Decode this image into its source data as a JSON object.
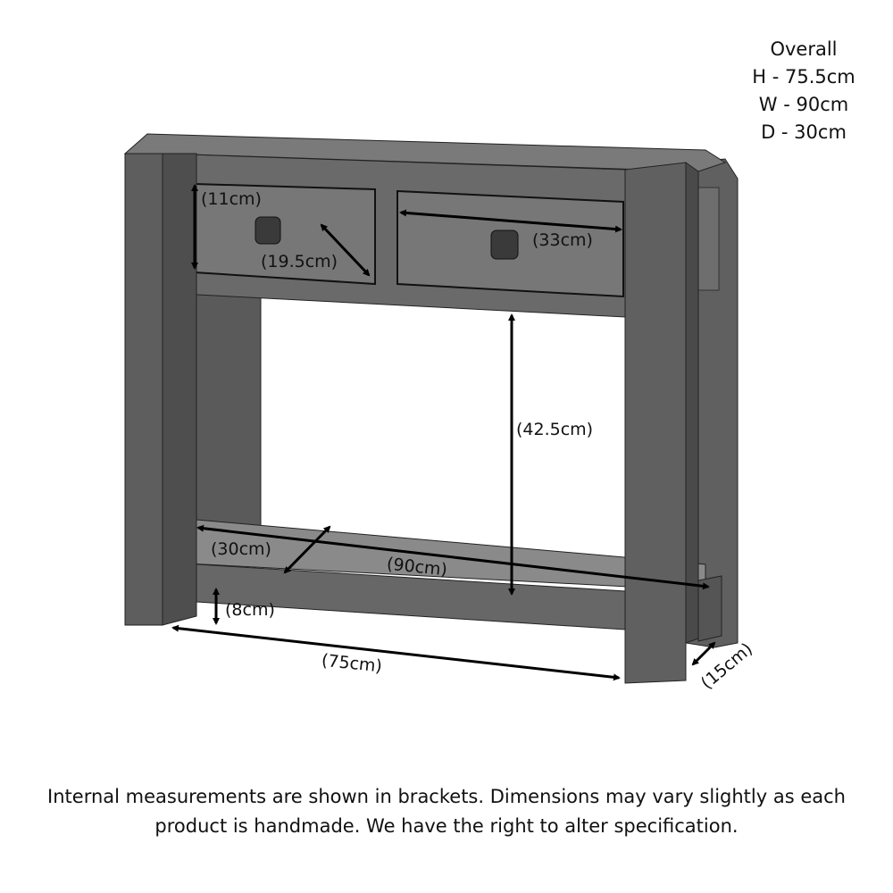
{
  "overall": {
    "title": "Overall",
    "height": "H - 75.5cm",
    "width": "W - 90cm",
    "depth": "D - 30cm"
  },
  "dimensions": {
    "drawer_height": "(11cm)",
    "drawer_depth": "(19.5cm)",
    "drawer_width": "(33cm)",
    "shelf_clearance": "(42.5cm)",
    "shelf_depth": "(30cm)",
    "shelf_width": "(90cm)",
    "floor_clearance": "(8cm)",
    "leg_span": "(75cm)",
    "leg_width": "(15cm)"
  },
  "note": {
    "line1": "Internal measurements are shown in brackets. Dimensions may vary slightly as each",
    "line2": "product is handmade. We have the right to alter specification."
  },
  "colors": {
    "wood_dark": "#4a4a4a",
    "wood_mid": "#6b6b6b",
    "wood_light": "#8a8a8a",
    "arrow": "#000000"
  }
}
